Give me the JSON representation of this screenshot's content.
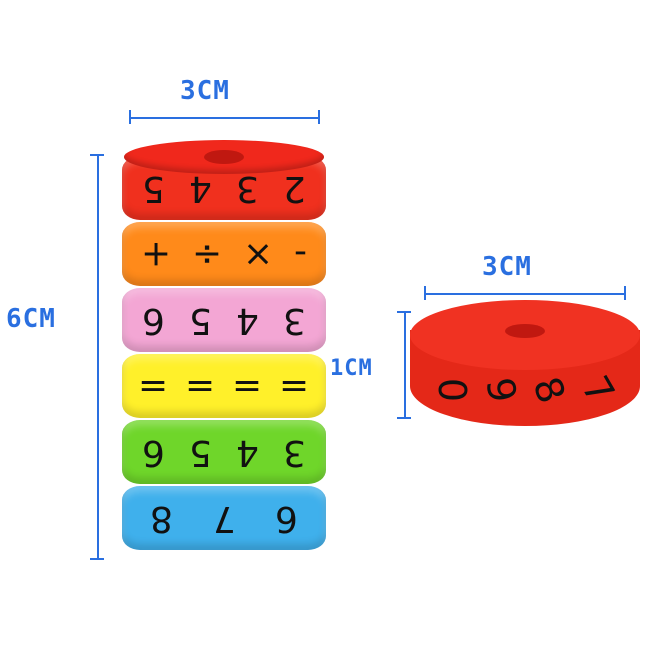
{
  "dimensions": {
    "stack_width": "3CM",
    "stack_height": "6CM",
    "disc_width": "3CM",
    "disc_height": "1CM"
  },
  "rings": [
    {
      "color": "#f0301e",
      "symbols": [
        "5",
        "4",
        "3",
        "2"
      ]
    },
    {
      "color": "#ff8a1a",
      "symbols": [
        "+",
        "÷",
        "×",
        "-"
      ]
    },
    {
      "color": "#f3a6d4",
      "symbols": [
        "6",
        "5",
        "4",
        "3"
      ]
    },
    {
      "color": "#fff02a",
      "symbols": [
        "=",
        "=",
        "=",
        "="
      ]
    },
    {
      "color": "#6fd62a",
      "symbols": [
        "6",
        "5",
        "4",
        "3"
      ]
    },
    {
      "color": "#3fb0ec",
      "symbols": [
        "8",
        "7",
        "6"
      ]
    }
  ],
  "disc": {
    "color": "#e42818",
    "symbols": [
      "0",
      "9",
      "8",
      "7"
    ]
  }
}
